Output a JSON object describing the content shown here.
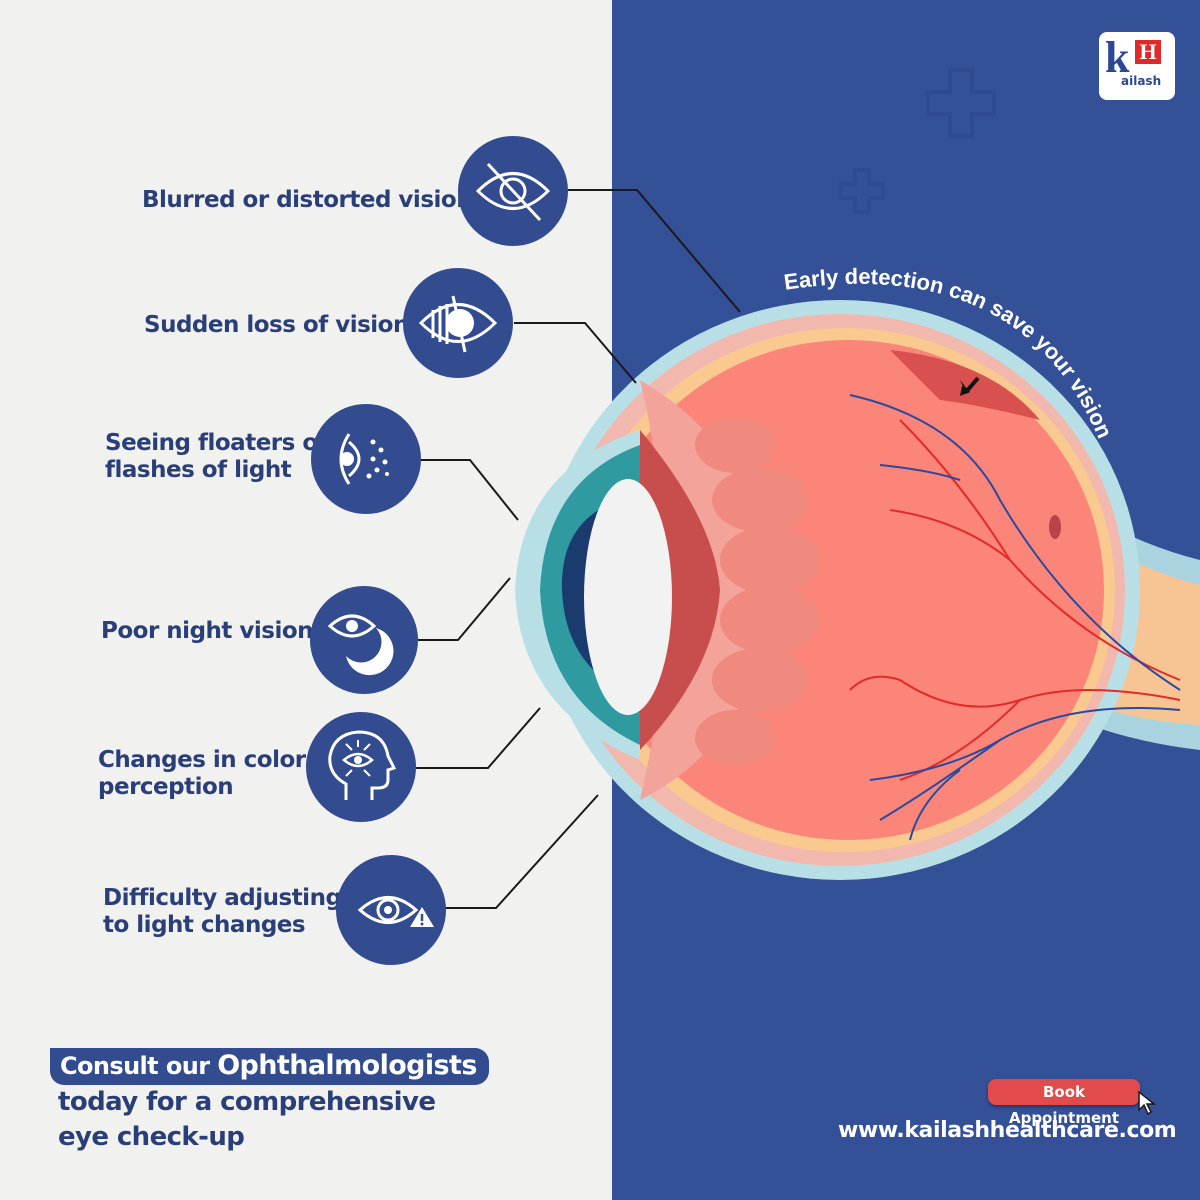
{
  "brand": {
    "logo_letter": "k",
    "logo_box_letter": "H",
    "logo_subtext": "ailash",
    "primary_color": "#345097",
    "accent_color": "#e24b4b"
  },
  "headline_arc": "Early detection can save your vision",
  "symptoms": [
    {
      "label": "Blurred or distorted vision",
      "icon": "eye-slash-icon"
    },
    {
      "label": "Sudden loss of vision",
      "icon": "eye-striped-icon"
    },
    {
      "label_line1": "Seeing floaters or",
      "label_line2": "flashes of light",
      "icon": "eye-floaters-icon"
    },
    {
      "label": "Poor night vision",
      "icon": "eye-moon-icon"
    },
    {
      "label_line1": "Changes in color",
      "label_line2": "perception",
      "icon": "head-eye-icon"
    },
    {
      "label_line1": "Difficulty adjusting",
      "label_line2": "to light changes",
      "icon": "eye-warning-icon"
    }
  ],
  "cta": {
    "prefix": "Consult our ",
    "highlight": "Ophthalmologists",
    "line2": "today for a comprehensive",
    "line3": "eye check-up"
  },
  "book_button": "Book Appointment",
  "website": "www.kailashhealthcare.com"
}
